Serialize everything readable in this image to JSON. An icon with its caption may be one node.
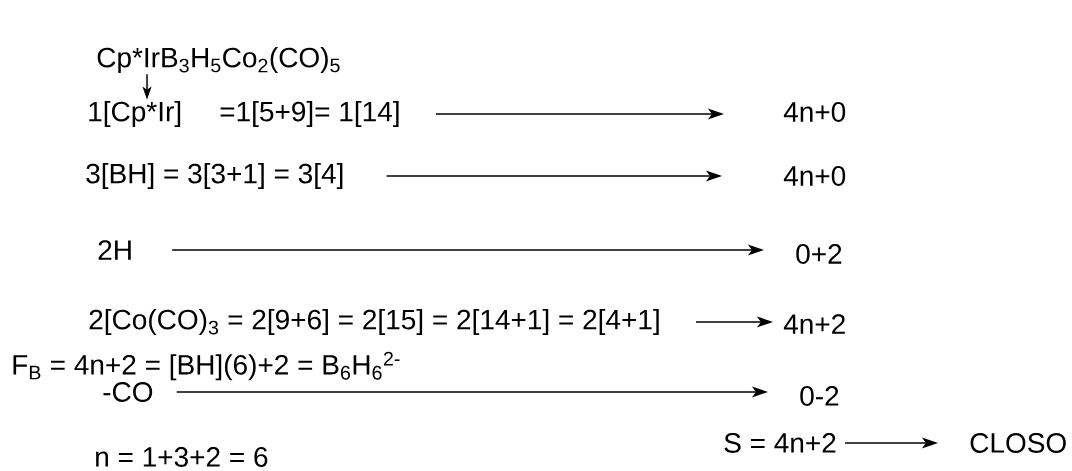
{
  "diagram": {
    "nodes": [
      {
        "text": [
          "Cp*IrB$_{3}$H$_{5}$Co$_{2}$(CO)$_{5}$"
        ]
      },
      {
        "text": [
          "1[Cp*Ir]"
        ]
      },
      {
        "text": [
          "=1[5+9]= 1[14]"
        ]
      },
      {
        "text": [
          "4n+0"
        ]
      },
      {
        "text": [
          "3[BH] = 3[3+1] = 3[4]"
        ]
      },
      {
        "text": [
          "4n+0"
        ]
      },
      {
        "text": [
          "2H"
        ]
      },
      {
        "text": [
          "0+2"
        ]
      },
      {
        "text": [
          "2[Co(CO)$_{3}$ = 2[9+6] = 2[15] = 2[14+1] = 2[4+1]"
        ]
      },
      {
        "text": [
          "4n+2"
        ]
      },
      {
        "text": [
          "-CO"
        ]
      },
      {
        "text": [
          "0-2"
        ]
      },
      {
        "text": [
          "S = 4n+2"
        ]
      },
      {
        "text": [
          "CLOSO"
        ]
      }
    ],
    "edges": [
      {
        "from": 0,
        "to": 1,
        "arrow": "to"
      },
      {
        "from": 2,
        "to": 3,
        "arrow": "to"
      },
      {
        "from": 4,
        "to": 5,
        "arrow": "to"
      },
      {
        "from": 6,
        "to": 7,
        "arrow": "to"
      },
      {
        "from": 8,
        "to": 9,
        "arrow": "to"
      },
      {
        "from": 10,
        "to": 11,
        "arrow": "to"
      },
      {
        "from": 12,
        "to": 13,
        "arrow": "to"
      }
    ],
    "labels": [
      "F$_{B}$ = 4n+2 = [BH](6)+2 = B$_{6}$H$_{6}$$^{2-}$",
      "n = 1+3+2 = 6"
    ]
  }
}
